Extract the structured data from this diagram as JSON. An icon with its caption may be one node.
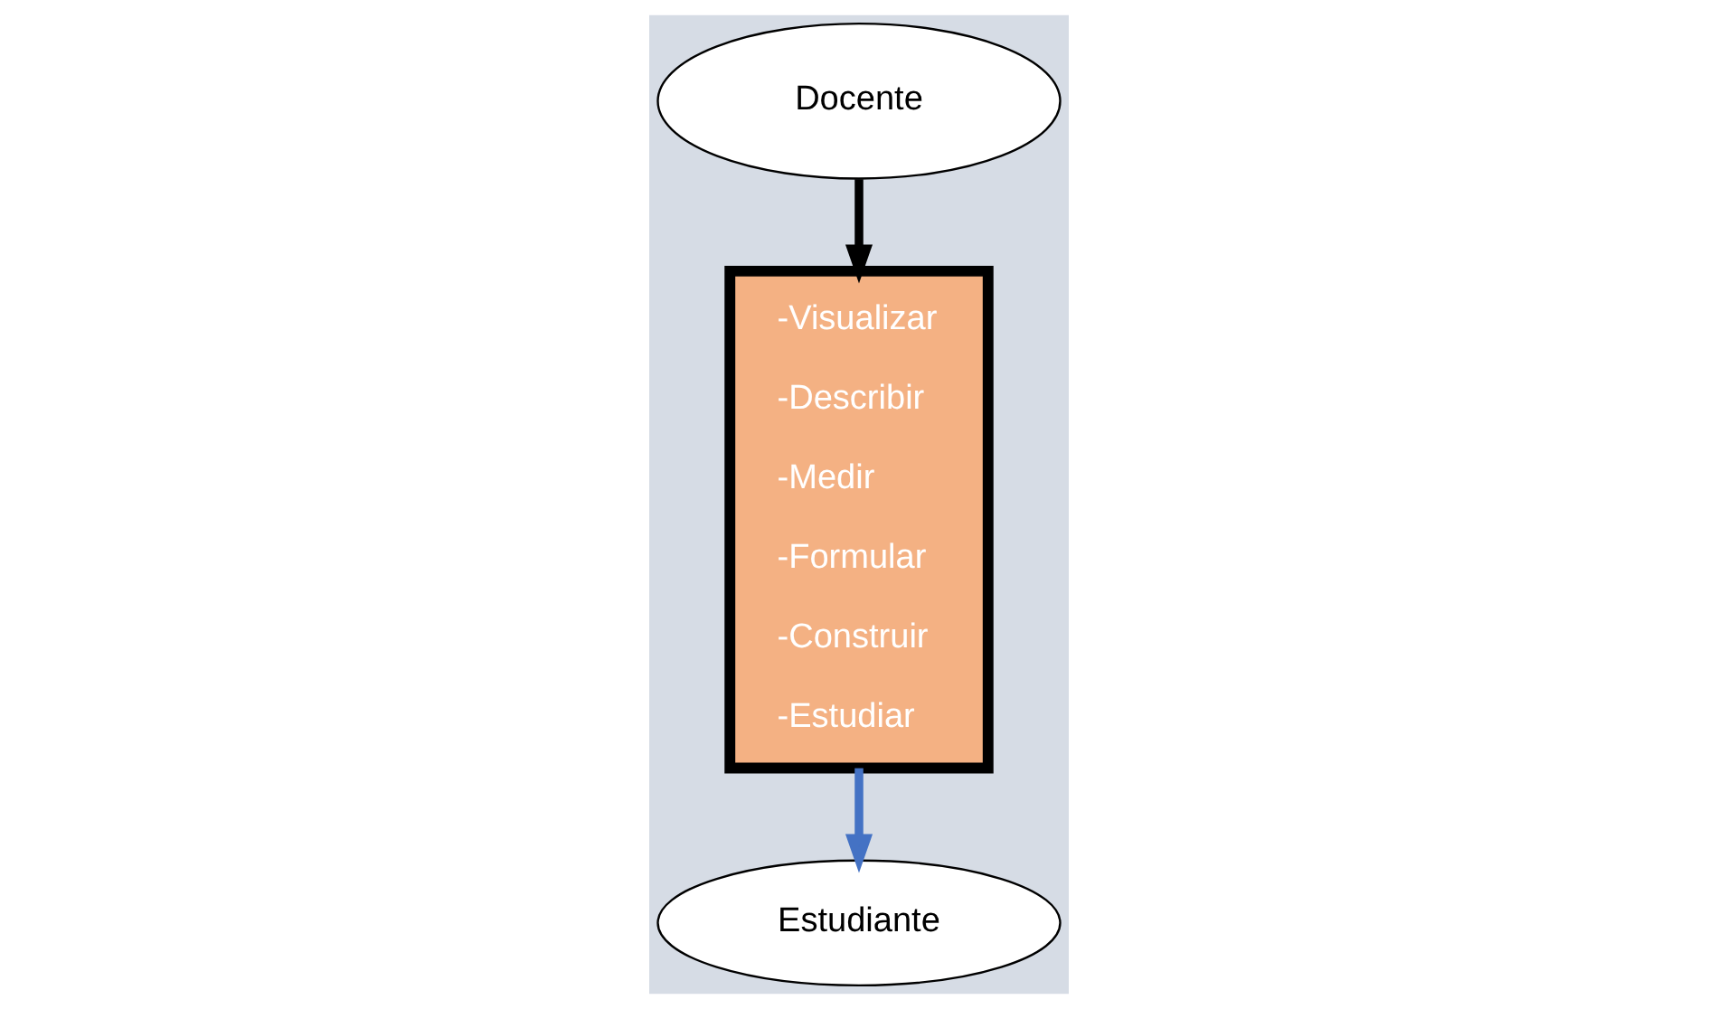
{
  "diagram": {
    "nodes": [
      {
        "text": [
          "-Visualizar",
          "-Describir",
          "-Medir",
          "-Formular",
          "-Construir",
          "-Estudiar"
        ]
      },
      {
        "text": [
          "Docente"
        ]
      },
      {
        "text": [
          "Estudiante"
        ]
      }
    ],
    "edges": [
      {
        "from": 1,
        "to": 0,
        "arrow": "to",
        "color": "#000000"
      },
      {
        "from": 0,
        "to": 2,
        "arrow": "to",
        "color": "#4472c4"
      }
    ]
  }
}
